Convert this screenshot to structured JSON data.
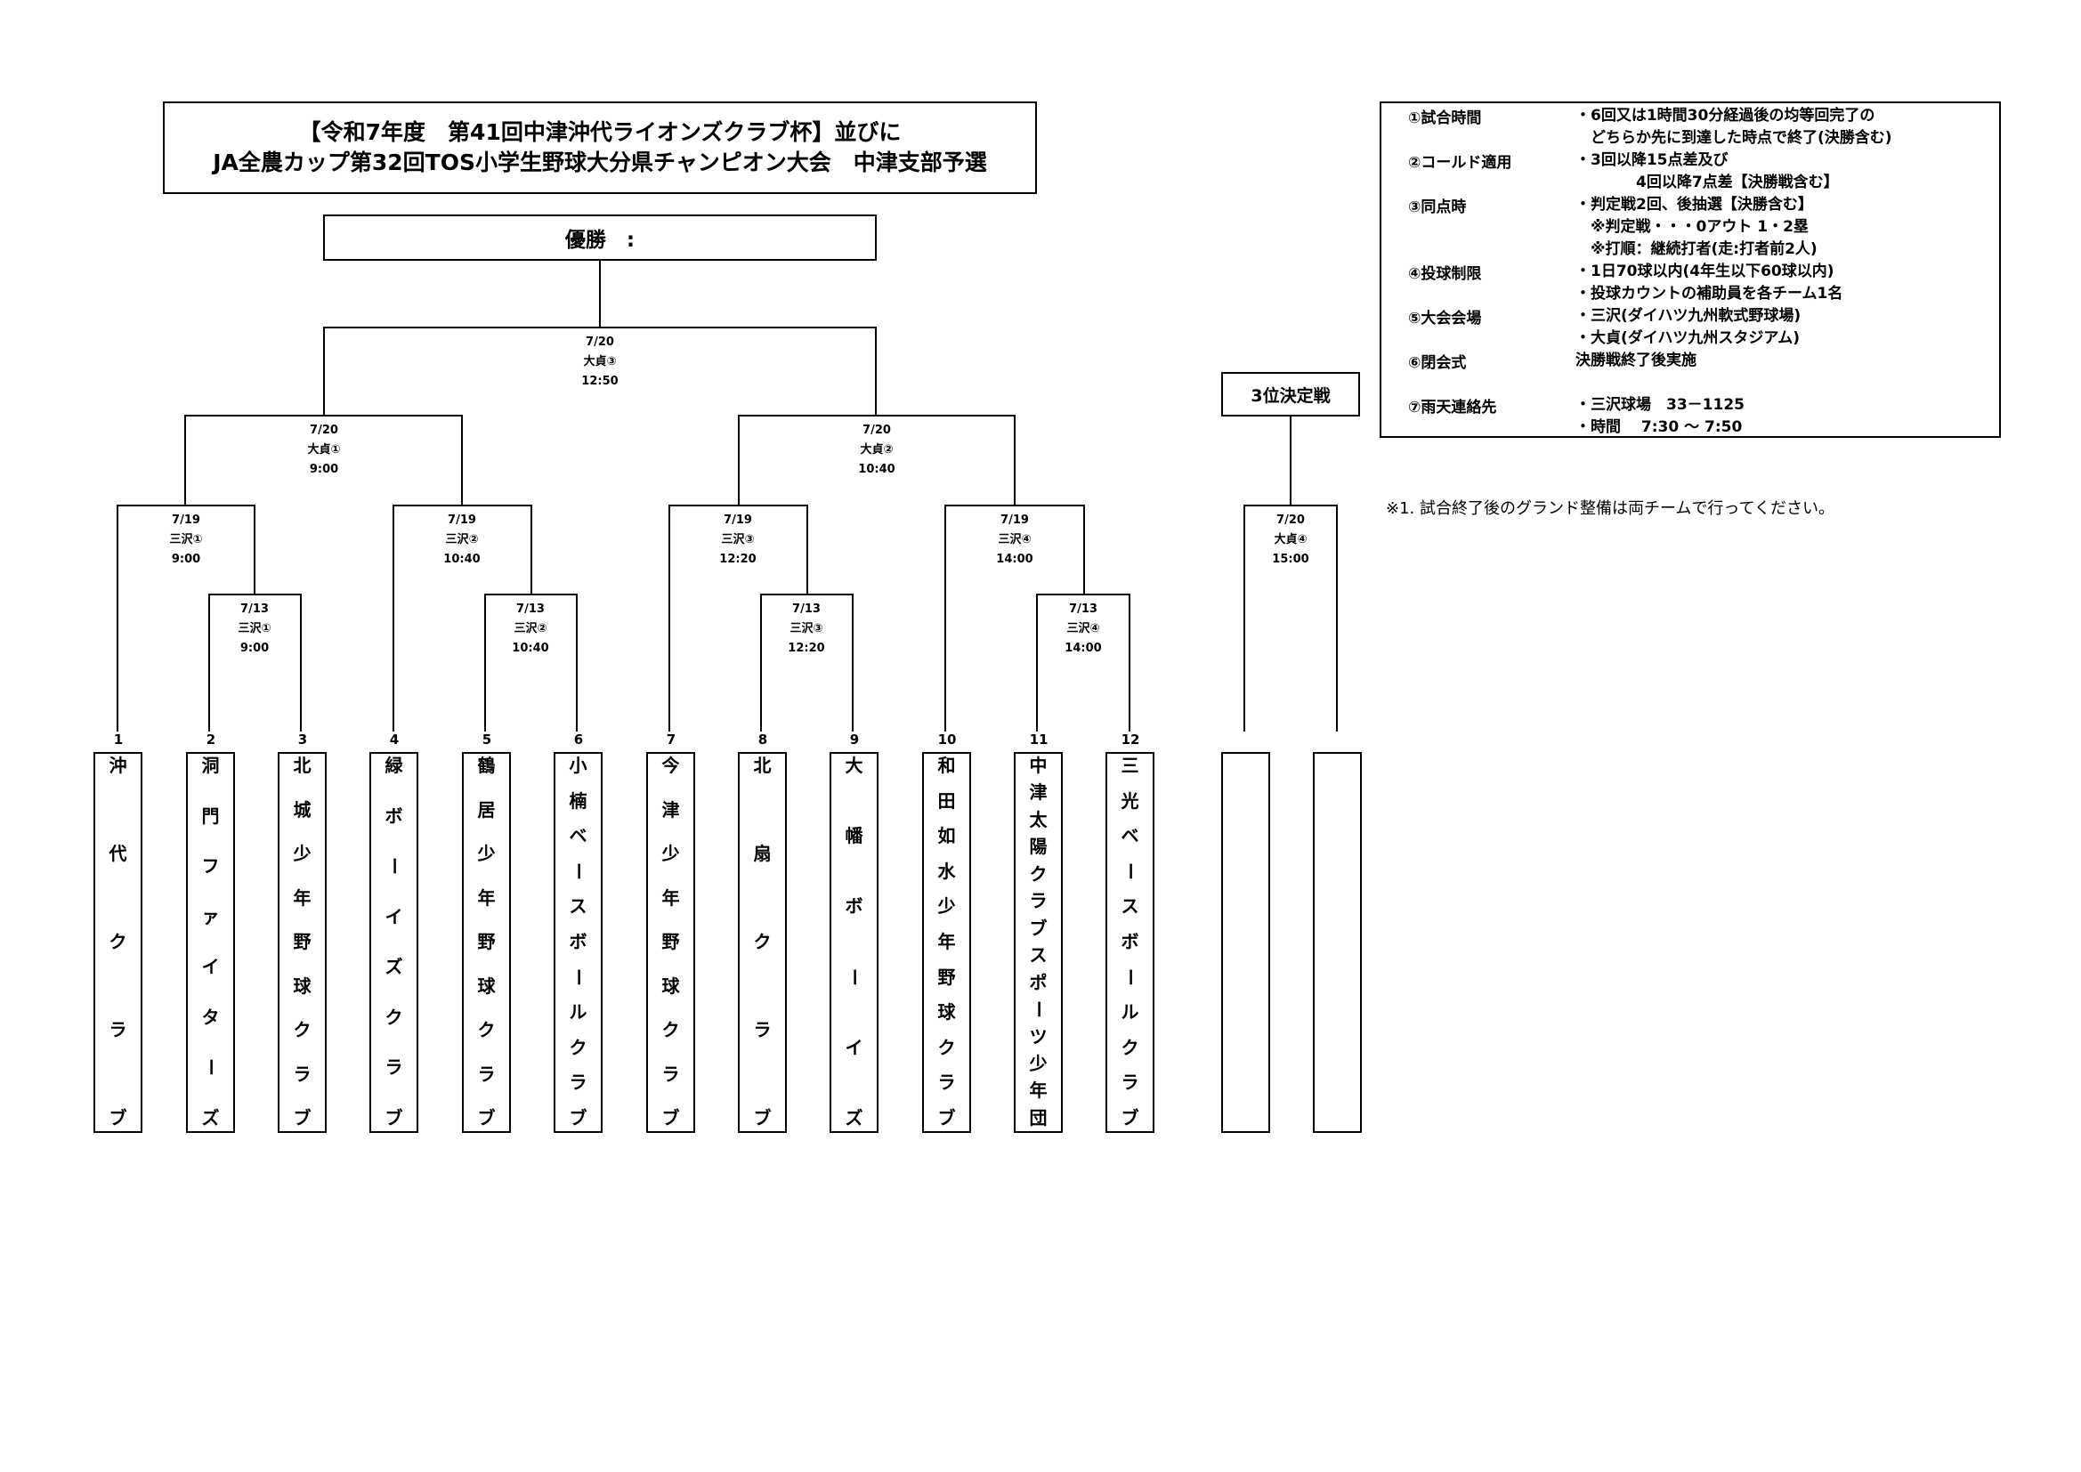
{
  "title": {
    "line1": "【令和7年度　第41回中津沖代ライオンズクラブ杯】並びに",
    "line2": "JA全農カップ第32回TOS小学生野球大分県チャンピオン大会　中津支部予選"
  },
  "champion_label": "優勝　:",
  "third_place_label": "3位決定戦",
  "rules": [
    {
      "label": "①試合時間",
      "lines": [
        "・6回又は1時間30分経過後の均等回完了の",
        "　どちらか先に到達した時点で終了(決勝含む)"
      ]
    },
    {
      "label": "②コールド適用",
      "lines": [
        "・3回以降15点差及び",
        "　　　　4回以降7点差【決勝戦含む】"
      ]
    },
    {
      "label": "③同点時",
      "lines": [
        "・判定戦2回、後抽選【決勝含む】",
        "　※判定戦・・・0アウト 1・2塁",
        "　※打順：継続打者(走:打者前2人)"
      ]
    },
    {
      "label": "④投球制限",
      "lines": [
        "・1日70球以内(4年生以下60球以内)",
        "・投球カウントの補助員を各チーム1名"
      ]
    },
    {
      "label": "⑤大会会場",
      "lines": [
        "・三沢(ダイハツ九州軟式野球場)",
        "・大貞(ダイハツ九州スタジアム)"
      ]
    },
    {
      "label": "⑥閉会式",
      "lines": [
        "決勝戦終了後実施"
      ]
    },
    {
      "label": "⑦雨天連絡先",
      "lines": [
        "・三沢球場　33－1125",
        "・時間　 7:30 ～ 7:50"
      ]
    }
  ],
  "note": "※1. 試合終了後のグランド整備は両チームで行ってください。",
  "teams": [
    {
      "seed": "1",
      "name": "沖代クラブ"
    },
    {
      "seed": "2",
      "name": "洞門ファイターズ"
    },
    {
      "seed": "3",
      "name": "北城少年野球クラブ"
    },
    {
      "seed": "4",
      "name": "緑ボーイズクラブ"
    },
    {
      "seed": "5",
      "name": "鶴居少年野球クラブ"
    },
    {
      "seed": "6",
      "name": "小楠ベースボールクラブ"
    },
    {
      "seed": "7",
      "name": "今津少年野球クラブ"
    },
    {
      "seed": "8",
      "name": "北扇クラブ"
    },
    {
      "seed": "9",
      "name": "大幡ボーイズ"
    },
    {
      "seed": "10",
      "name": "和田如水少年野球クラブ"
    },
    {
      "seed": "11",
      "name": "中津太陽クラブスポーツ少年団"
    },
    {
      "seed": "12",
      "name": "三光ベースボールクラブ"
    },
    {
      "seed": "",
      "name": ""
    },
    {
      "seed": "",
      "name": ""
    }
  ],
  "matches": [
    {
      "date": "7/13",
      "venue": "三沢①",
      "time": "9:00"
    },
    {
      "date": "7/13",
      "venue": "三沢②",
      "time": "10:40"
    },
    {
      "date": "7/13",
      "venue": "三沢③",
      "time": "12:20"
    },
    {
      "date": "7/13",
      "venue": "三沢④",
      "time": "14:00"
    },
    {
      "date": "7/19",
      "venue": "三沢①",
      "time": "9:00"
    },
    {
      "date": "7/19",
      "venue": "三沢②",
      "time": "10:40"
    },
    {
      "date": "7/19",
      "venue": "三沢③",
      "time": "12:20"
    },
    {
      "date": "7/19",
      "venue": "三沢④",
      "time": "14:00"
    },
    {
      "date": "7/20",
      "venue": "大貞①",
      "time": "9:00"
    },
    {
      "date": "7/20",
      "venue": "大貞②",
      "time": "10:40"
    },
    {
      "date": "7/20",
      "venue": "大貞③",
      "time": "12:50"
    },
    {
      "date": "7/20",
      "venue": "大貞④",
      "time": "15:00"
    }
  ]
}
